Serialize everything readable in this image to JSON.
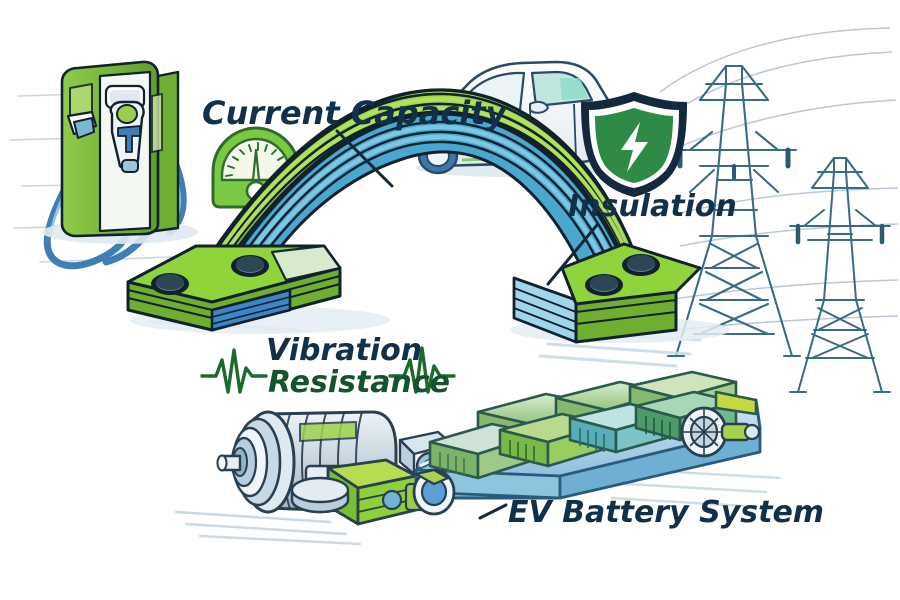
{
  "illustration": {
    "title": "EV Battery System Flexible Busbar Diagram",
    "background_color": "#ffffff",
    "style": "hand-drawn vector illustration"
  },
  "labels": {
    "current_capacity": "Current Capacity",
    "insulation": "Insulation",
    "vibration": "Vibration",
    "resistance": "Resistance",
    "ev_battery_system": "EV Battery System"
  },
  "icons": {
    "gauge": "gauge-icon",
    "shield_bolt": "shield-lightning-icon",
    "ecg_left": "ecg-waveform-icon",
    "ecg_right": "ecg-waveform-icon"
  },
  "objects": {
    "charging_station": "ev-charging-station",
    "electric_car": "electric-car",
    "power_pylons": "transmission-towers",
    "flexible_busbar": "laminated-flexible-busbar",
    "electric_motor": "electric-motor-assembly",
    "battery_pack": "ev-battery-pack"
  },
  "colors": {
    "accent_green": "#8cc63f",
    "bright_green": "#7ac943",
    "deep_green": "#4f9b2f",
    "sky_blue": "#5bbde0",
    "light_blue": "#a8d8ea",
    "steel_blue": "#3a6b86",
    "navy_text": "#12304a",
    "dark_green_text": "#14532d",
    "shield_green": "#2e8b45",
    "outline": "#11212e",
    "background": "#ffffff"
  },
  "leader_lines": [
    {
      "from": "current_capacity",
      "to": "flexible_busbar"
    },
    {
      "from": "insulation",
      "to": "busbar_insulation_layers"
    },
    {
      "from": "ev_battery_system",
      "to": "battery_pack"
    }
  ]
}
